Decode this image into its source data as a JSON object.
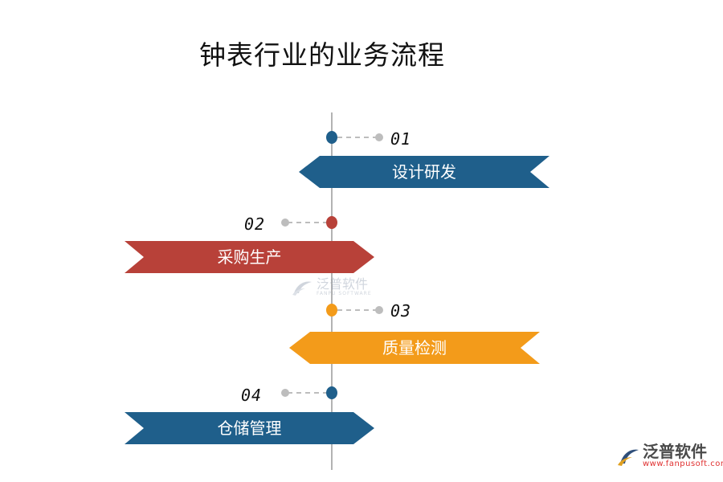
{
  "title": "钟表行业的业务流程",
  "steps": [
    {
      "number": "01",
      "label": "设计研发",
      "color": "#1f5f8b",
      "side": "right"
    },
    {
      "number": "02",
      "label": "采购生产",
      "color": "#b84139",
      "side": "left"
    },
    {
      "number": "03",
      "label": "质量检测",
      "color": "#f39b1a",
      "side": "right"
    },
    {
      "number": "04",
      "label": "仓储管理",
      "color": "#1f5f8b",
      "side": "left"
    }
  ],
  "watermark": {
    "name": "泛普软件",
    "sub": "FANPU SOFTWARE"
  },
  "logo": {
    "name": "泛普软件",
    "url": "www.fanpusoft.com",
    "icon": "fanpu-logo-icon"
  }
}
